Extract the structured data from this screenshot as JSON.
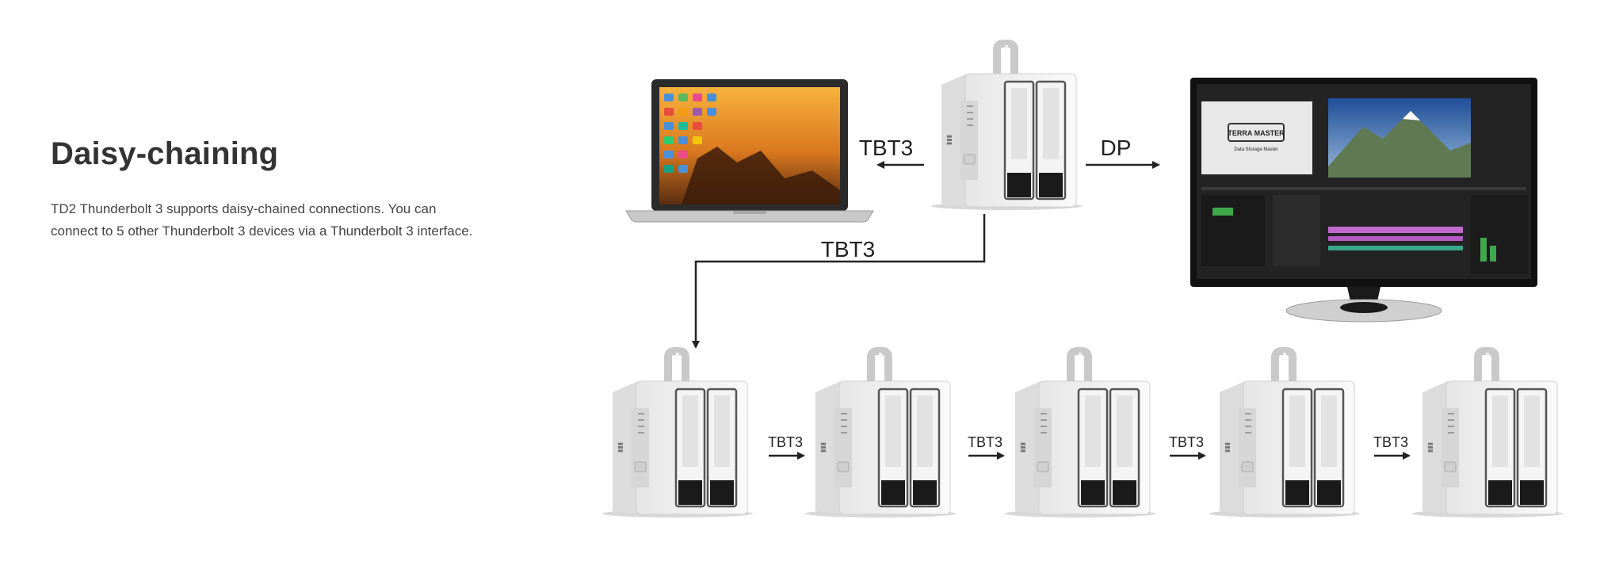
{
  "section": {
    "title": "Daisy-chaining",
    "description": "TD2 Thunderbolt 3 supports daisy-chained connections. You can connect to 5 other Thunderbolt 3 devices via a Thunderbolt 3 interface."
  },
  "diagram": {
    "connections": {
      "laptop": "TBT3",
      "monitor": "DP",
      "chain_down": "TBT3",
      "chain_1_2": "TBT3",
      "chain_2_3": "TBT3",
      "chain_3_4": "TBT3",
      "chain_4_5": "TBT3"
    },
    "monitor_logo_text": "TERRA MASTER",
    "monitor_logo_subtext": "Data Storage Master"
  }
}
